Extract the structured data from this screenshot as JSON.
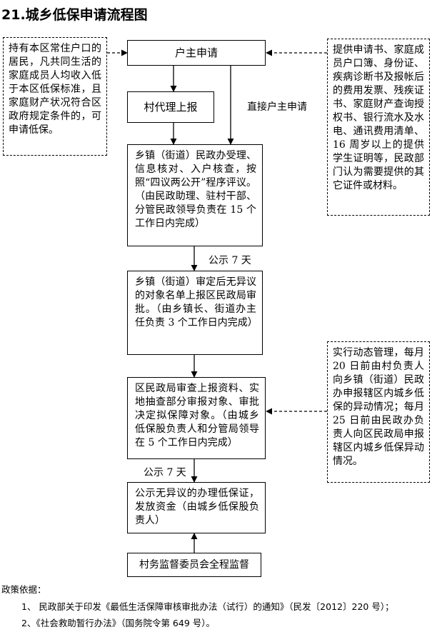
{
  "title": "21.城乡低保申请流程图",
  "nodes": {
    "applicant": "户主申请",
    "village_report": "村代理上报",
    "township_accept": "乡镇（街道）民政办受理、信息核对、入户核查，按照“四议两公开”程序评议。（由民政助理、驻村干部、分管民政领导负责在 15 个工作日内完成）",
    "township_report": "乡镇（街道）审定后无异议的对象名单上报区民政局审批。（由乡镇长、街道办主任负责 3 个工作日内完成）",
    "district_review": "区民政局审查上报资料、实地抽查部分审报对象、审批决定拟保障对象。（由城乡低保股负责人和分管局领导在 5 个工作日内完成）",
    "issue": "公示无异议的办理低保证，发放资金（由城乡低保股负责人）",
    "supervise": "村务监督委员会全程监督"
  },
  "notes": {
    "eligibility": "持有本区常住户口的居民，凡共同生活的家庭成员人均收入低于本区低保标准，且家庭财产状况符合区政府规定条件的，可申请低保。",
    "documents": "提供申请书、家庭成员户口簿、身份证、疾病诊断书及报帐后的费用发票、残疾证书、家庭财产查询授权书、银行流水及水电、通讯费用清单、16 周岁以上的提供学生证明等，民政部门认为需要提供的其它证件或材料。",
    "dynamic": "实行动态管理，每月 20 日前由村负责人向乡镇（街道）民政办申报辖区内城乡低保的异动情况；每月 25 日前由民政办负责人向区民政局申报辖区内城乡低保异动情况。"
  },
  "edge_labels": {
    "direct_apply": "直接户主申请",
    "publicity_1": "公示 7 天",
    "publicity_2": "公示 7 天"
  },
  "footer": {
    "heading": "政策依据：",
    "refs": [
      "1、 民政部关于印发《最低生活保障审核审批办法（试行）的通知》（民发〔2012〕220 号）；",
      "2、《社会救助暂行办法》（国务院令第 649 号）。"
    ]
  }
}
